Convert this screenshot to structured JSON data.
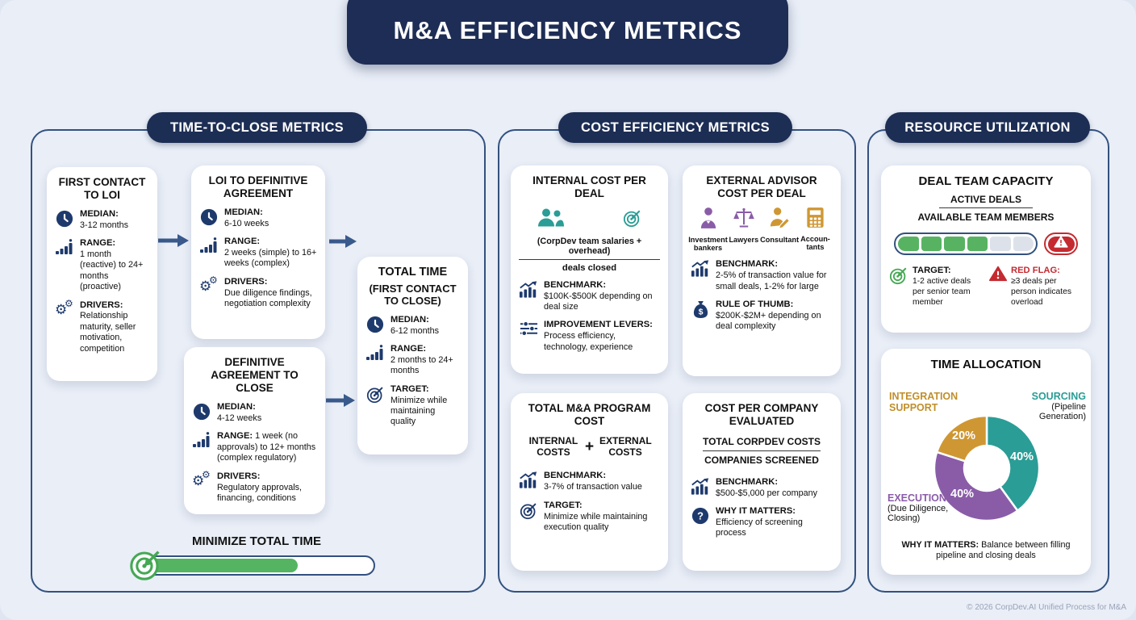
{
  "title": "M&A EFFICIENCY METRICS",
  "footer": "© 2026 CorpDev.AI Unified Process for M&A",
  "colors": {
    "navy": "#1e2d55",
    "icon_navy": "#1e3a6d",
    "teal": "#2a9d96",
    "purple": "#8a5ca8",
    "gold": "#cf9733",
    "green": "#55b462",
    "red": "#c42a30",
    "border": "#33517f"
  },
  "time": {
    "header": "TIME-TO-CLOSE METRICS",
    "first_contact": {
      "title": "FIRST CONTACT TO LOI",
      "median_label": "MEDIAN:",
      "median": "3-12 months",
      "range_label": "RANGE:",
      "range": "1 month (reactive) to 24+ months (proactive)",
      "drivers_label": "DRIVERS:",
      "drivers": "Relationship maturity, seller motivation, competition"
    },
    "loi_to_agreement": {
      "title": "LOI TO DEFINITIVE AGREEMENT",
      "median_label": "MEDIAN:",
      "median": "6-10 weeks",
      "range_label": "RANGE:",
      "range": "2 weeks (simple) to 16+ weeks (complex)",
      "drivers_label": "DRIVERS:",
      "drivers": "Due diligence findings, negotiation complexity"
    },
    "agreement_to_close": {
      "title": "DEFINITIVE AGREEMENT TO CLOSE",
      "median_label": "MEDIAN:",
      "median": "4-12 weeks",
      "range_label": "RANGE:",
      "range": "1 week (no approvals) to 12+ months (complex regulatory)",
      "drivers_label": "DRIVERS:",
      "drivers": "Regulatory approvals, financing, conditions"
    },
    "total_time": {
      "title1": "TOTAL TIME",
      "title2": "(FIRST CONTACT TO CLOSE)",
      "median_label": "MEDIAN:",
      "median": "6-12 months",
      "range_label": "RANGE:",
      "range": "2 months to 24+ months",
      "target_label": "TARGET:",
      "target": "Minimize while maintaining quality"
    },
    "minimize": {
      "label": "MINIMIZE TOTAL TIME",
      "progress_pct": 67
    }
  },
  "cost": {
    "header": "COST EFFICIENCY METRICS",
    "internal": {
      "title": "INTERNAL COST PER DEAL",
      "numerator": "(CorpDev team salaries + overhead)",
      "denominator": "deals closed",
      "benchmark_label": "BENCHMARK:",
      "benchmark": "$100K-$500K depending on deal size",
      "levers_label": "IMPROVEMENT LEVERS:",
      "levers": "Process efficiency, technology, experience"
    },
    "external": {
      "title": "EXTERNAL ADVISOR COST PER DEAL",
      "advisors": [
        "Investment\nbankers",
        "Lawyers",
        "Consultant",
        "Accoun-\ntants"
      ],
      "benchmark_label": "BENCHMARK:",
      "benchmark": "2-5% of transaction value for small deals, 1-2% for large",
      "thumb_label": "RULE OF THUMB:",
      "thumb": "$200K-$2M+ depending on deal complexity"
    },
    "program": {
      "title": "TOTAL M&A PROGRAM COST",
      "internal": "INTERNAL COSTS",
      "plus": "+",
      "external": "EXTERNAL COSTS",
      "benchmark_label": "BENCHMARK:",
      "benchmark": "3-7% of transaction value",
      "target_label": "TARGET:",
      "target": "Minimize while maintaining execution quality"
    },
    "per_company": {
      "title": "COST PER COMPANY EVALUATED",
      "numerator": "TOTAL CORPDEV COSTS",
      "denominator": "COMPANIES SCREENED",
      "benchmark_label": "BENCHMARK:",
      "benchmark": "$500-$5,000 per company",
      "why_label": "WHY IT MATTERS:",
      "why": "Efficiency of screening process"
    }
  },
  "resource": {
    "header": "RESOURCE UTILIZATION",
    "capacity": {
      "title": "DEAL TEAM CAPACITY",
      "numerator": "ACTIVE DEALS",
      "denominator": "AVAILABLE TEAM MEMBERS",
      "segments": [
        "on",
        "on",
        "on",
        "on",
        "off",
        "off"
      ],
      "target_label": "TARGET:",
      "target": "1-2 active deals per senior team member",
      "redflag_label": "RED FLAG:",
      "redflag": "≥3 deals per person indicates overload"
    },
    "allocation": {
      "title": "TIME ALLOCATION",
      "why_label": "WHY IT MATTERS:",
      "why": "Balance between filling pipeline and closing deals",
      "slices": [
        {
          "name": "SOURCING",
          "sub": "(Pipeline Generation)",
          "value": 40,
          "pct_label": "40%",
          "color": "#2a9d96"
        },
        {
          "name": "EXECUTION",
          "sub": "(Due Diligence, Closing)",
          "value": 40,
          "pct_label": "40%",
          "color": "#8a5ca8"
        },
        {
          "name": "INTEGRATION SUPPORT",
          "sub": "",
          "value": 20,
          "pct_label": "20%",
          "color": "#cf9733"
        }
      ]
    }
  },
  "chart_data": {
    "type": "pie",
    "title": "TIME ALLOCATION",
    "labels": [
      "SOURCING (Pipeline Generation)",
      "EXECUTION (Due Diligence, Closing)",
      "INTEGRATION SUPPORT"
    ],
    "values": [
      40,
      40,
      20
    ],
    "colors": [
      "#2a9d96",
      "#8a5ca8",
      "#cf9733"
    ],
    "legend_position": "around-chart",
    "donut": true
  }
}
